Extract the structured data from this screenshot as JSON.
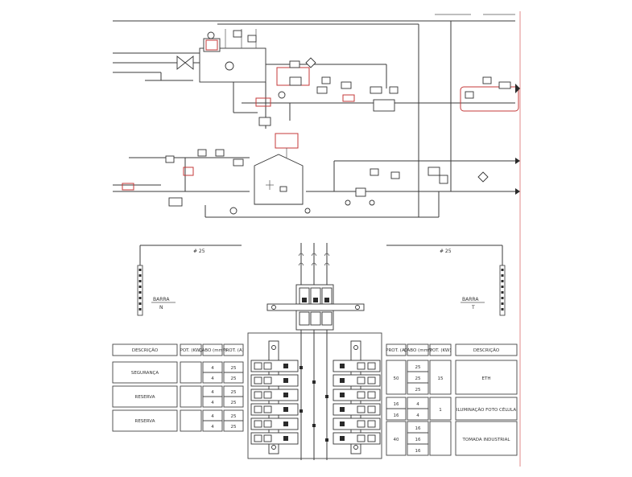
{
  "colors": {
    "line": "#3a3a3a",
    "accent_red": "#c43a3a",
    "background": "#ffffff"
  },
  "bus_left": {
    "label": "BARRA",
    "sub": "N",
    "conductor": "# 25"
  },
  "bus_right": {
    "label": "BARRA",
    "sub": "T",
    "conductor": "# 25"
  },
  "left_table": {
    "headers": [
      "DESCRIÇÃO",
      "POT. (KW)",
      "CABO (mm²)",
      "PROT. (A)"
    ],
    "rows": [
      {
        "descricao": "SEGURANÇA",
        "circuits": [
          {
            "cabo": "4",
            "prot": "25"
          },
          {
            "cabo": "4",
            "prot": "25"
          }
        ]
      },
      {
        "descricao": "RESERVA",
        "circuits": [
          {
            "cabo": "4",
            "prot": "25"
          },
          {
            "cabo": "4",
            "prot": "25"
          }
        ]
      },
      {
        "descricao": "RESERVA",
        "circuits": [
          {
            "cabo": "4",
            "prot": "25"
          },
          {
            "cabo": "4",
            "prot": "25"
          }
        ]
      }
    ]
  },
  "right_table": {
    "headers": [
      "PROT. (A)",
      "CABO (mm²)",
      "POT. (KW)",
      "DESCRIÇÃO"
    ],
    "groups": [
      {
        "prot": "50",
        "cabos": [
          "25",
          "25",
          "25"
        ],
        "pot": "15",
        "descricao": "ETH"
      },
      {
        "prot": "16",
        "cabos": [
          "4"
        ],
        "pot": "1",
        "descricao": "ILUMINAÇÃO FOTO CÉLULA"
      },
      {
        "prot": "16",
        "cabos": [
          "4"
        ],
        "pot": "",
        "descricao": ""
      },
      {
        "prot": "40",
        "cabos": [
          "16",
          "16",
          "16"
        ],
        "pot": "",
        "descricao": "TOMADA INDUSTRIAL"
      }
    ]
  }
}
